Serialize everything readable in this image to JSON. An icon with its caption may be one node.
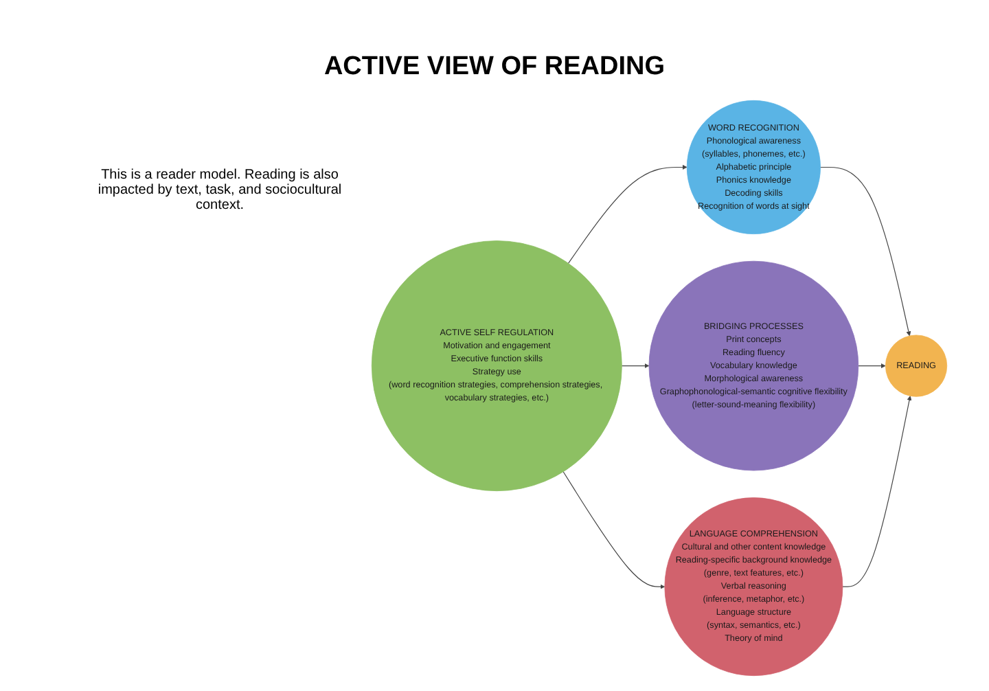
{
  "diagram": {
    "title": "ACTIVE VIEW OF READING",
    "nodes": [
      {
        "text": [
          "ACTIVE SELF REGULATION",
          "Motivation and engagement",
          "Executive function skills",
          "Strategy use",
          "(word recognition strategies, comprehension strategies, vocabulary strategies, etc.)"
        ]
      },
      {
        "text": [
          "WORD RECOGNITION",
          "Phonological awareness",
          "(syllables, phonemes, etc.)",
          "Alphabetic principle",
          "Phonics knowledge",
          "Decoding skills",
          "Recognition of words at sight"
        ]
      },
      {
        "text": [
          "BRIDGING PROCESSES",
          "Print concepts",
          "Reading fluency",
          "Vocabulary knowledge",
          "Morphological awareness",
          "Graphophonological-semantic cognitive flexibility",
          "(letter-sound-meaning flexibility)"
        ]
      },
      {
        "text": [
          "LANGUAGE COMPREHENSION",
          "Cultural and other content knowledge",
          "Reading-specific background knowledge",
          "(genre, text features, etc.)",
          "Verbal reasoning",
          "(inference, metaphor, etc.)",
          "Language structure",
          "(syntax, semantics, etc.)",
          "Theory of mind"
        ]
      },
      {
        "text": [
          "READING"
        ]
      }
    ],
    "edges": [
      {
        "from": 0,
        "to": 1,
        "arrow": "to"
      },
      {
        "from": 0,
        "to": 2,
        "arrow": "to"
      },
      {
        "from": 0,
        "to": 3,
        "arrow": "to"
      },
      {
        "from": 1,
        "to": 4,
        "arrow": "to"
      },
      {
        "from": 2,
        "to": 4,
        "arrow": "to"
      },
      {
        "from": 3,
        "to": 4,
        "arrow": "to"
      }
    ],
    "labels": [
      "This is a reader model. Reading is also impacted by text, task, and sociocultural context."
    ]
  }
}
